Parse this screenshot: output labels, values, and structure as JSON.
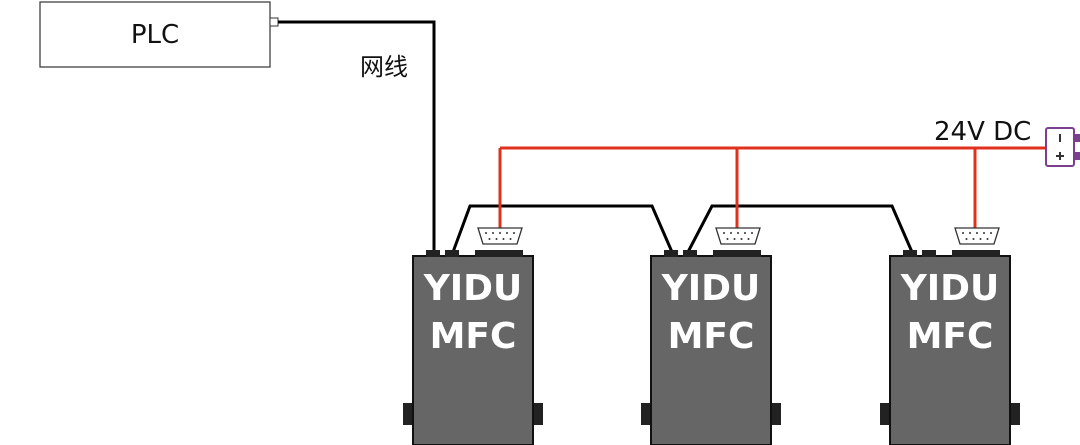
{
  "plc": {
    "label": "PLC"
  },
  "cable": {
    "label": "网线",
    "color": "#000000"
  },
  "power": {
    "label": "24V DC",
    "color": "#e0301e",
    "connector_color": "#7a3f8f"
  },
  "device": {
    "body_color": "#666666",
    "line1": "YIDU",
    "line2": "MFC"
  },
  "devices": [
    {
      "line1": "YIDU",
      "line2": "MFC"
    },
    {
      "line1": "YIDU",
      "line2": "MFC"
    },
    {
      "line1": "YIDU",
      "line2": "MFC"
    }
  ]
}
